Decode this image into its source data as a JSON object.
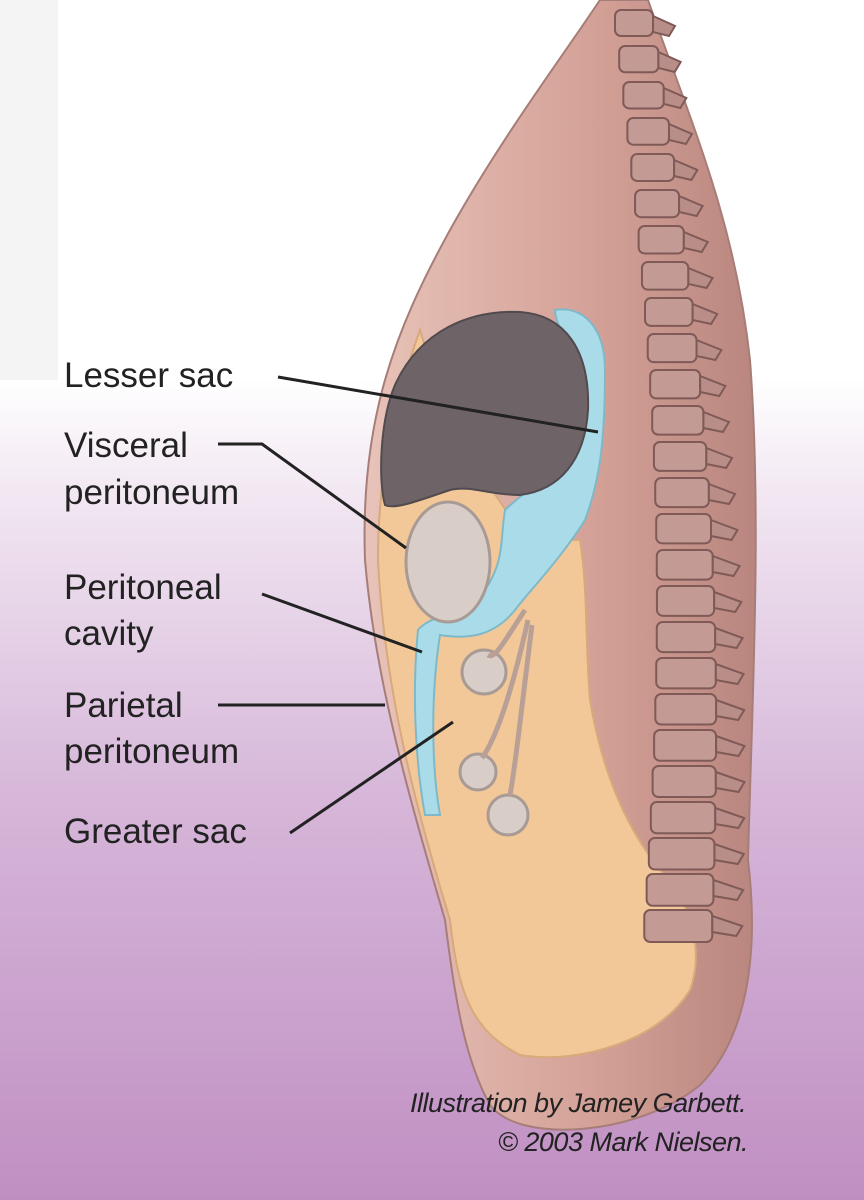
{
  "labels": {
    "lesser_sac": "Lesser sac",
    "visceral_peritoneum_l1": "Visceral",
    "visceral_peritoneum_l2": "peritoneum",
    "peritoneal_cavity_l1": "Peritoneal",
    "peritoneal_cavity_l2": "cavity",
    "parietal_peritoneum_l1": "Parietal",
    "parietal_peritoneum_l2": "peritoneum",
    "greater_sac": "Greater sac"
  },
  "credits": {
    "line1": "Illustration by Jamey Garbett.",
    "line2": "© 2003 Mark Nielsen."
  },
  "colors": {
    "body_wall": "#d4a39b",
    "abdomen": "#f3c898",
    "cavity_blue": "#a9dbe9",
    "stomach": "#6e6468",
    "organ_grey": "#d9cdc8",
    "spine": "#c49a95",
    "leader_line": "#222222"
  }
}
